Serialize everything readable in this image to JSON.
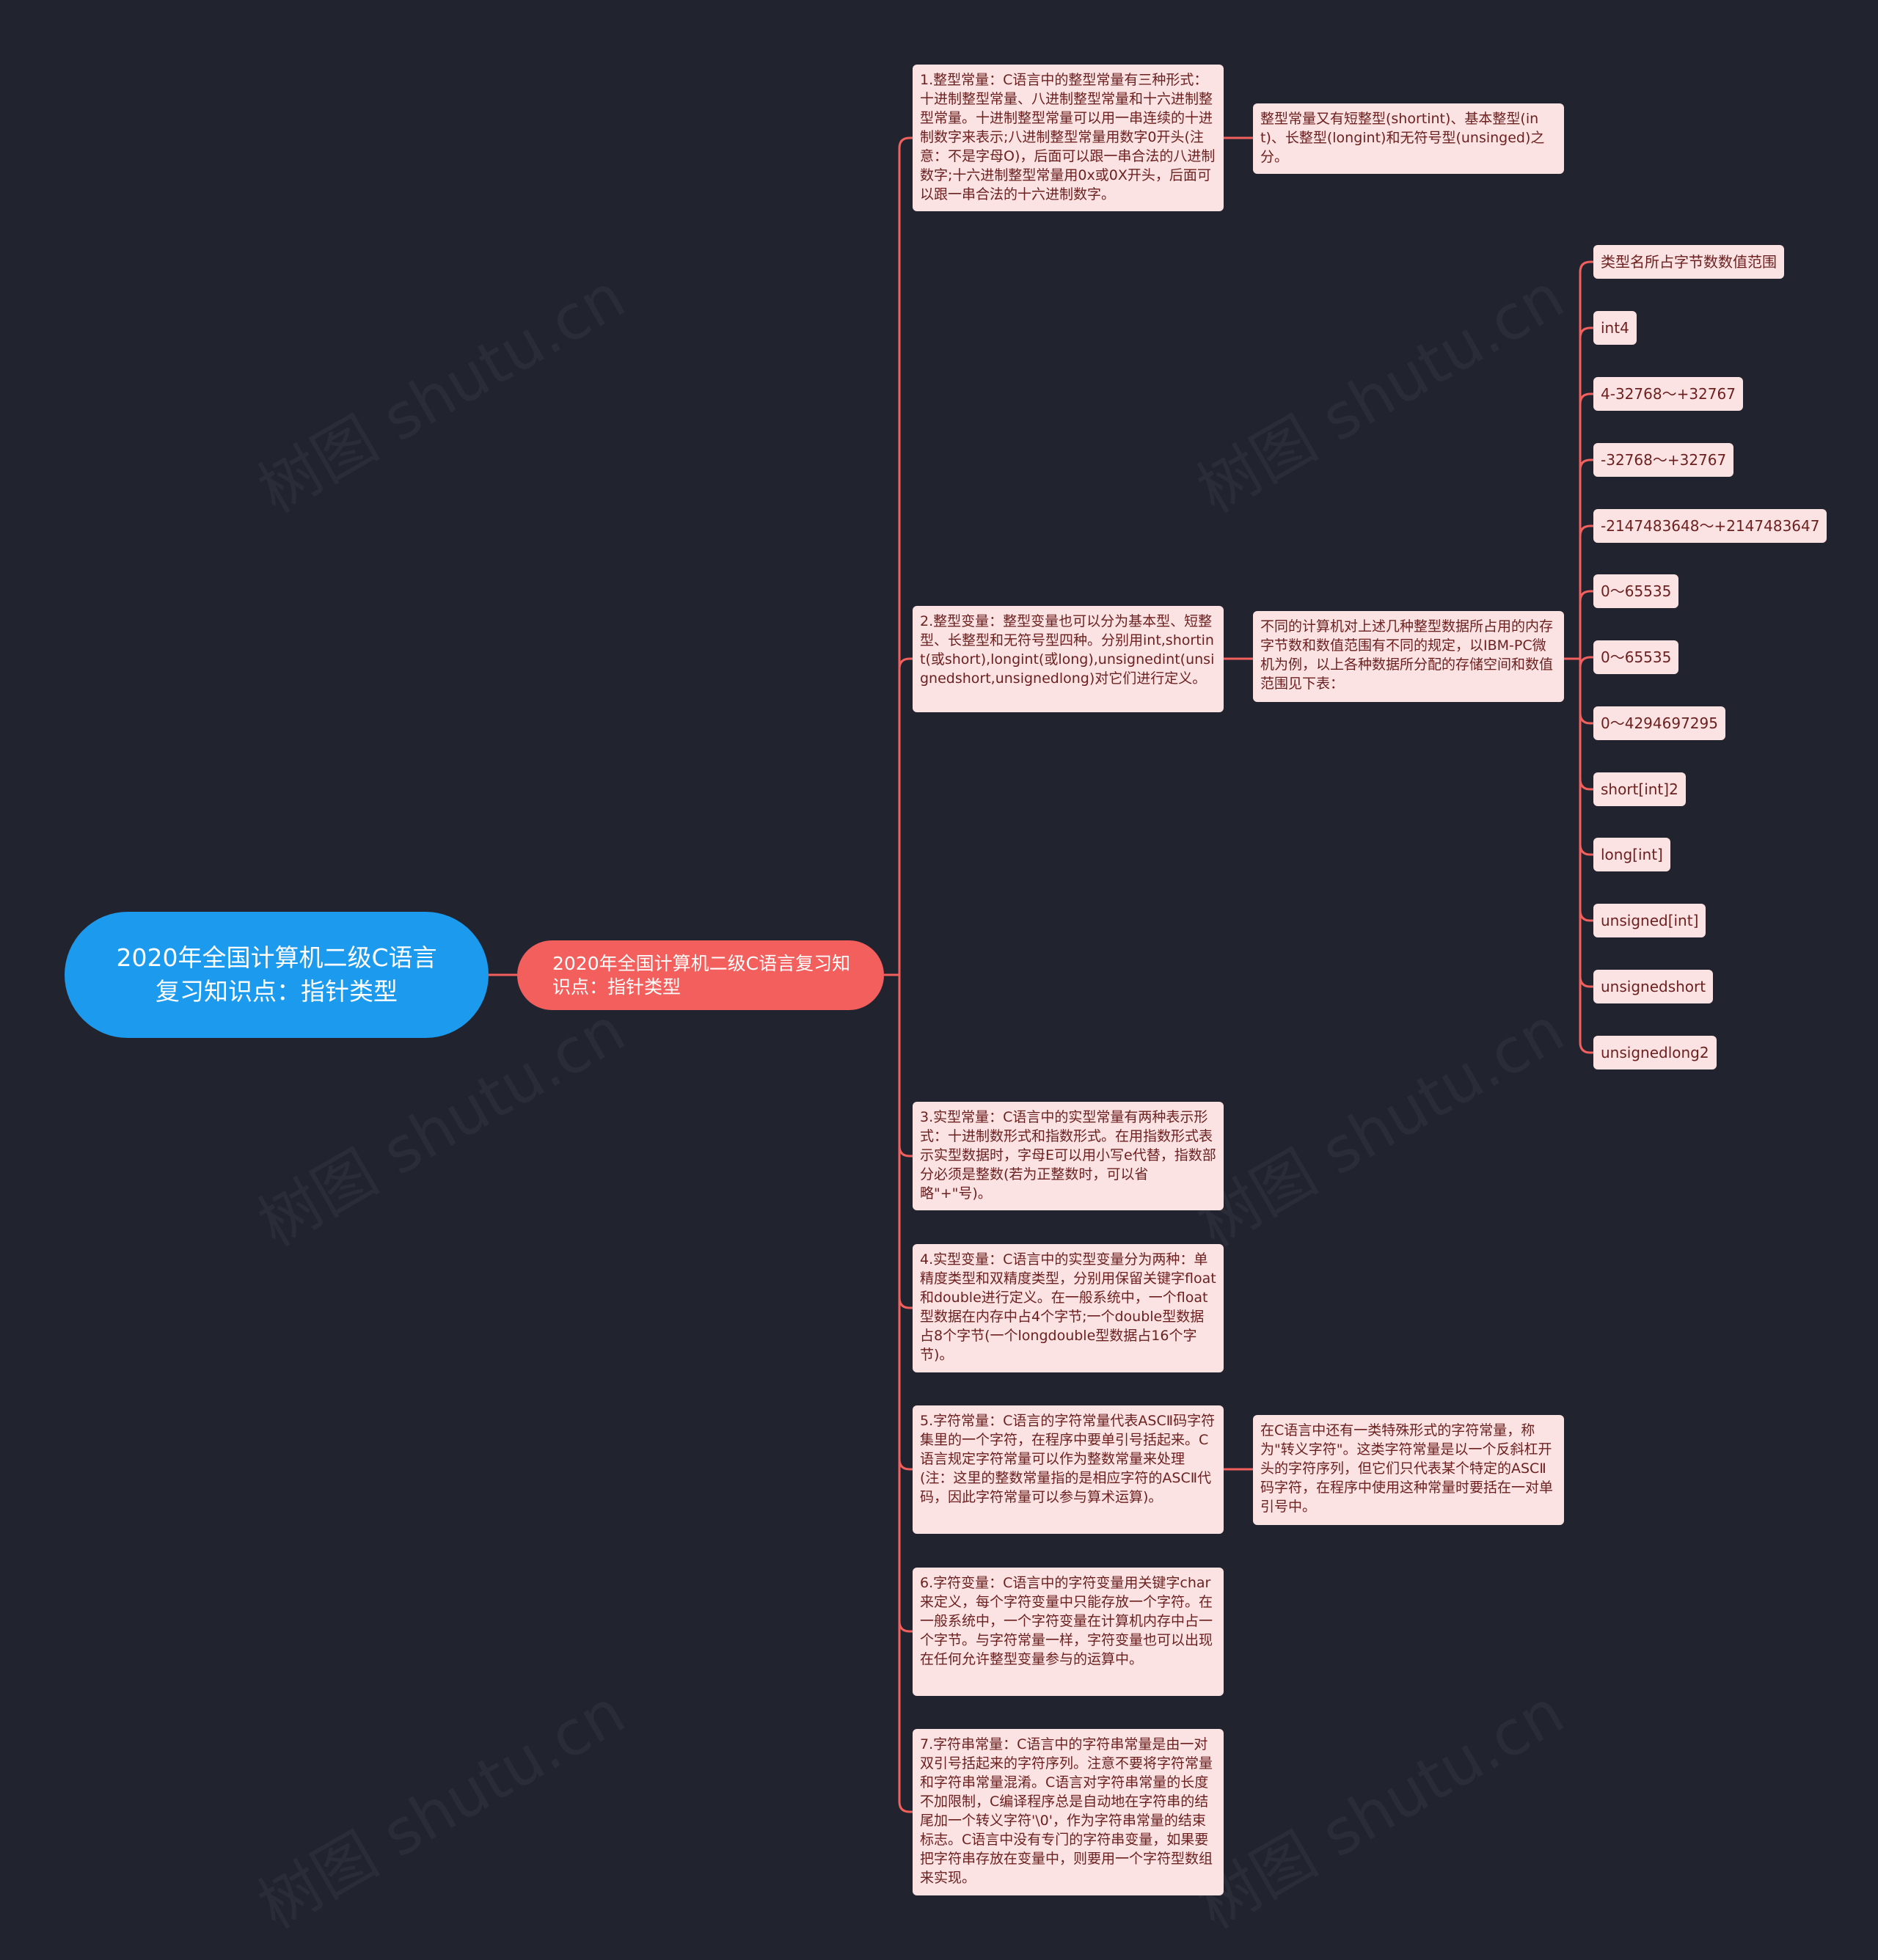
{
  "root": {
    "title": "2020年全国计算机二级C语言复习知识点：指针类型"
  },
  "subtopic": {
    "title": "2020年全国计算机二级C语言复习知识点：指针类型"
  },
  "branches": [
    {
      "text": "1.整型常量：C语言中的整型常量有三种形式：十进制整型常量、八进制整型常量和十六进制整型常量。十进制整型常量可以用一串连续的十进制数字来表示;八进制整型常量用数字0开头(注意：不是字母O)，后面可以跟一串合法的八进制数字;十六进制整型常量用0x或0X开头，后面可以跟一串合法的十六进制数字。",
      "child": "整型常量又有短整型(shortint)、基本整型(int)、长整型(longint)和无符号型(unsinged)之分。"
    },
    {
      "text": "2.整型变量：整型变量也可以分为基本型、短整型、长整型和无符号型四种。分别用int,shortint(或short),longint(或long),unsignedint(unsignedshort,unsignedlong)对它们进行定义。",
      "child": "不同的计算机对上述几种整型数据所占用的内存字节数和数值范围有不同的规定，以IBM-PC微机为例，以上各种数据所分配的存储空间和数值范围见下表：",
      "leaves": [
        "类型名所占字节数数值范围",
        "int4",
        "4-32768～+32767",
        "-32768～+32767",
        "-2147483648～+2147483647",
        "0～65535",
        "0～65535",
        "0～4294697295",
        "short[int]2",
        "long[int]",
        "unsigned[int]",
        "unsignedshort",
        "unsignedlong2"
      ]
    },
    {
      "text": "3.实型常量：C语言中的实型常量有两种表示形式：十进制数形式和指数形式。在用指数形式表示实型数据时，字母E可以用小写e代替，指数部分必须是整数(若为正整数时，可以省略\"+\"号)。"
    },
    {
      "text": "4.实型变量：C语言中的实型变量分为两种：单精度类型和双精度类型，分别用保留关键字float和double进行定义。在一般系统中，一个float型数据在内存中占4个字节;一个double型数据占8个字节(一个longdouble型数据占16个字节)。"
    },
    {
      "text": "5.字符常量：C语言的字符常量代表ASCⅡ码字符集里的一个字符，在程序中要单引号括起来。C语言规定字符常量可以作为整数常量来处理(注：这里的整数常量指的是相应字符的ASCⅡ代码，因此字符常量可以参与算术运算)。",
      "child": "在C语言中还有一类特殊形式的字符常量，称为\"转义字符\"。这类字符常量是以一个反斜杠开头的字符序列，但它们只代表某个特定的ASCⅡ码字符，在程序中使用这种常量时要括在一对单引号中。"
    },
    {
      "text": "6.字符变量：C语言中的字符变量用关键字char来定义，每个字符变量中只能存放一个字符。在一般系统中，一个字符变量在计算机内存中占一个字节。与字符常量一样，字符变量也可以出现在任何允许整型变量参与的运算中。"
    },
    {
      "text": "7.字符串常量：C语言中的字符串常量是由一对双引号括起来的字符序列。注意不要将字符常量和字符串常量混淆。C语言对字符串常量的长度不加限制，C编译程序总是自动地在字符串的结尾加一个转义字符'\\0'，作为字符串常量的结束标志。C语言中没有专门的字符串变量，如果要把字符串存放在变量中，则要用一个字符型数组来实现。"
    }
  ],
  "watermark": "树图 shutu.cn",
  "colors": {
    "background": "#21232f",
    "root": "#1b9aee",
    "subtopic": "#f25f5c",
    "card": "#fce3e3",
    "card_text": "#6b1f1f",
    "line": "#f25f5c"
  }
}
